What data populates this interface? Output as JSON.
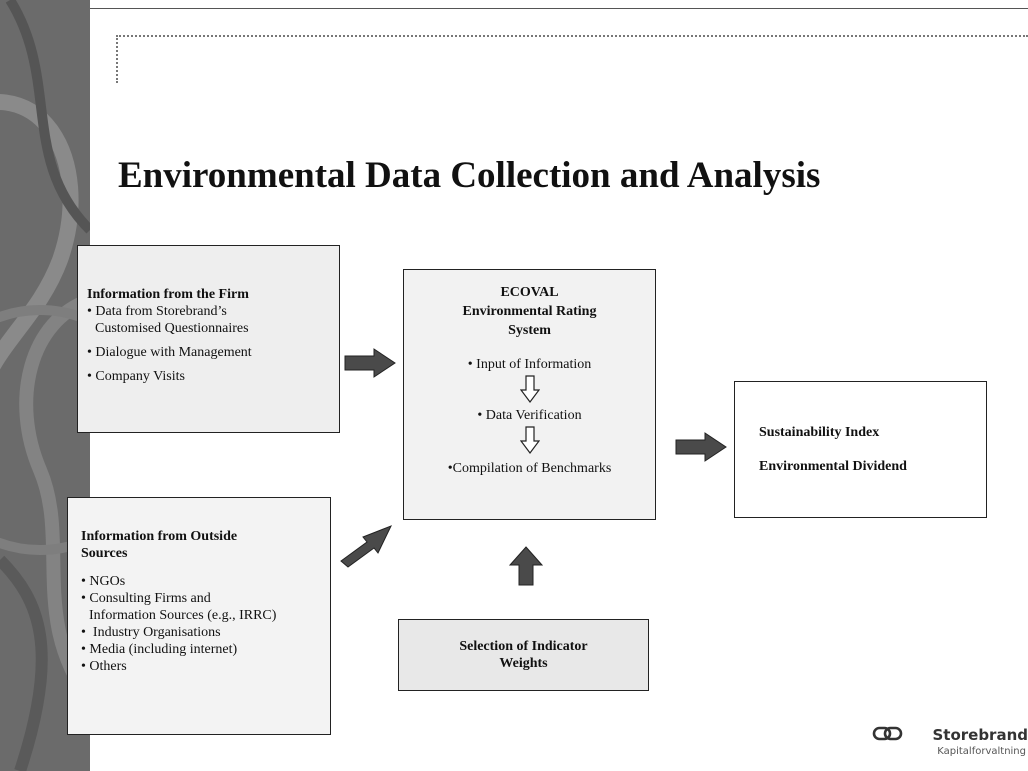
{
  "title": "Environmental Data Collection and Analysis",
  "firm_box": {
    "heading": "Information from the Firm",
    "items": [
      "Data from Storebrand’s",
      "Customised Questionnaires",
      "Dialogue with Management",
      "Company Visits"
    ]
  },
  "outside_box": {
    "heading_line1": "Information from Outside",
    "heading_line2": "Sources",
    "items": [
      "NGOs",
      "Consulting Firms and",
      "Information Sources (e.g., IRRC)",
      "Industry Organisations",
      "Media (including internet)",
      "Others"
    ]
  },
  "ecoval_box": {
    "heading_line1": "ECOVAL",
    "heading_line2": "Environmental Rating",
    "heading_line3": "System",
    "steps": [
      "• Input of Information",
      "• Data Verification",
      "•Compilation of Benchmarks"
    ]
  },
  "selection_box": {
    "line1": "Selection of Indicator",
    "line2": "Weights"
  },
  "output_box": {
    "line1": "Sustainability Index",
    "line2": "Environmental Dividend"
  },
  "logo": {
    "name": "Storebrand",
    "subtitle": "Kapitalforvaltning"
  },
  "colors": {
    "arrow_fill": "#4a4a4a",
    "box_border": "#222222",
    "sidebar": "#666666"
  }
}
